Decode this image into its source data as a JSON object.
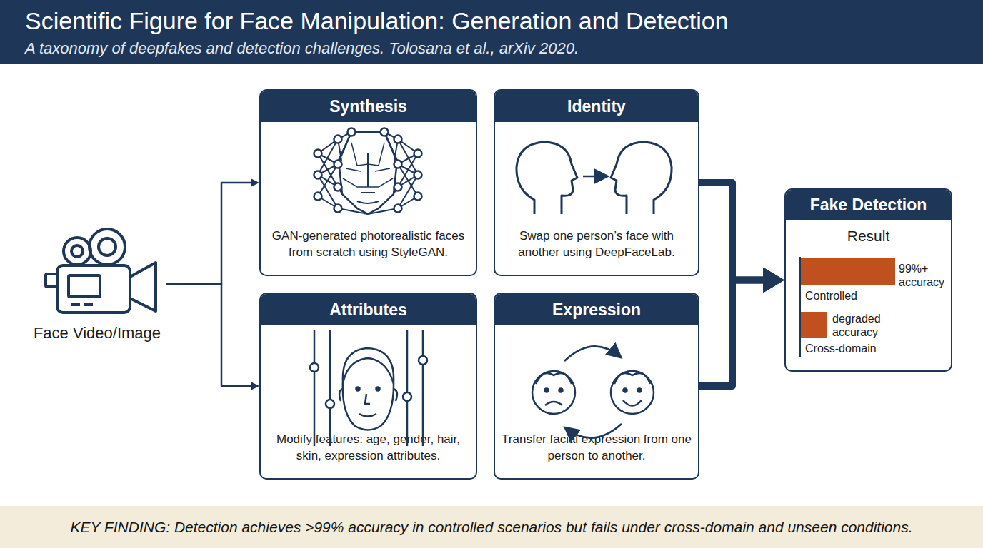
{
  "diagram": {
    "title": "Scientific Figure for Face Manipulation: Generation and Detection",
    "caption": "A taxonomy of deepfakes and detection challenges. Tolosana et al., arXiv 2020.",
    "nodes": [
      {
        "text": [
          "Face Video/Image"
        ]
      },
      {
        "text": [
          "Synthesis",
          "GAN-generated photorealistic faces from scratch using StyleGAN."
        ]
      },
      {
        "text": [
          "Identity",
          "Swap one person’s face with another using DeepFaceLab."
        ]
      },
      {
        "text": [
          "Attributes",
          "Modify features: age, gender, hair, skin, expression attributes."
        ]
      },
      {
        "text": [
          "Expression",
          "Transfer facial expression from one person to another."
        ]
      },
      {
        "text": [
          "Fake Detection",
          "Result"
        ]
      },
      {
        "text": [
          "KEY FINDING: Detection achieves >99% accuracy in controlled scenarios but fails under cross-domain and unseen conditions."
        ]
      }
    ],
    "edges": [
      {
        "from": 0,
        "to": 1,
        "arrow": "to"
      },
      {
        "from": 0,
        "to": 3,
        "arrow": "to"
      },
      {
        "from": 2,
        "to": 5,
        "arrow": "to"
      },
      {
        "from": 4,
        "to": 5,
        "arrow": "to"
      }
    ],
    "labels": [
      "99%+ accuracy",
      "Controlled",
      "degraded accuracy",
      "Cross-domain"
    ]
  }
}
